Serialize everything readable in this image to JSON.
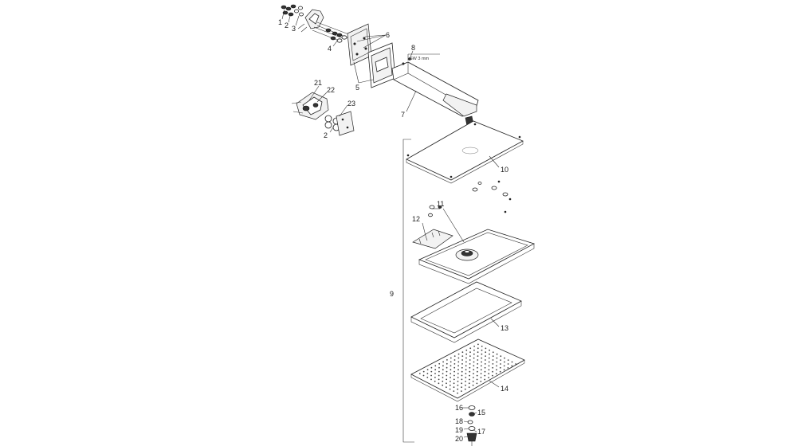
{
  "diagram": {
    "labels": {
      "p1": "1",
      "p2": "2",
      "p3": "3",
      "p4": "4",
      "p5": "5",
      "p6": "6",
      "p7": "7",
      "p8": "8",
      "p9": "9",
      "p10": "10",
      "p11": "11",
      "p12": "12",
      "p13": "13",
      "p14": "14",
      "p15": "15",
      "p16": "16",
      "p17": "17",
      "p18": "18",
      "p19": "19",
      "p20": "20",
      "p21": "21",
      "p22": "22",
      "p23": "23",
      "p2b": "2"
    },
    "wrench_note": "SW 3 mm"
  }
}
